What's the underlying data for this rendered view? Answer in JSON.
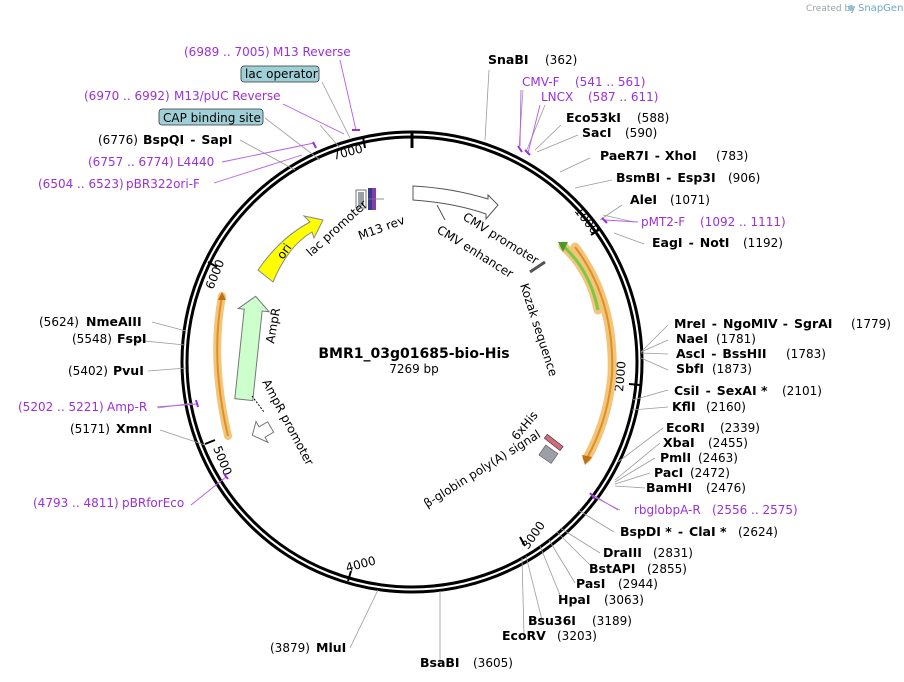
{
  "credit": {
    "prefix": "Created by",
    "brand": "SnapGene"
  },
  "map": {
    "name": "BMR1_03g01685-bio-His",
    "length_label": "7269 bp"
  },
  "ticks": [
    "1000",
    "2000",
    "3000",
    "4000",
    "5000",
    "6000",
    "7000"
  ],
  "sites": [
    {
      "name": "SnaBI",
      "pos": "(362)"
    },
    {
      "name": "Eco53kI",
      "pos": "(588)"
    },
    {
      "name": "SacI",
      "pos": "(590)"
    },
    {
      "name": "PaeR7I",
      "sep": "-",
      "name2": "XhoI",
      "pos": "(783)"
    },
    {
      "name": "BsmBI",
      "sep": "-",
      "name2": "Esp3I",
      "pos": "(906)"
    },
    {
      "name": "AleI",
      "pos": "(1071)"
    },
    {
      "name": "EagI",
      "sep": "-",
      "name2": "NotI",
      "pos": "(1192)"
    },
    {
      "name": "MreI",
      "sep": "-",
      "name2": "NgoMIV",
      "sep2": "-",
      "name3": "SgrAI",
      "pos": "(1779)"
    },
    {
      "name": "NaeI",
      "pos": "(1781)"
    },
    {
      "name": "AscI",
      "sep": "-",
      "name2": "BssHII",
      "pos": "(1783)"
    },
    {
      "name": "SbfI",
      "pos": "(1873)"
    },
    {
      "name": "CsiI",
      "sep": "-",
      "name2": "SexAI *",
      "pos": "(2101)"
    },
    {
      "name": "KflI",
      "pos": "(2160)"
    },
    {
      "name": "EcoRI",
      "pos": "(2339)"
    },
    {
      "name": "XbaI",
      "pos": "(2455)"
    },
    {
      "name": "PmlI",
      "pos": "(2463)"
    },
    {
      "name": "PacI",
      "pos": "(2472)"
    },
    {
      "name": "BamHI",
      "pos": "(2476)"
    },
    {
      "name": "BspDI *",
      "sep": "-",
      "name2": "ClaI *",
      "pos": "(2624)"
    },
    {
      "name": "DraIII",
      "pos": "(2831)"
    },
    {
      "name": "BstAPI",
      "pos": "(2855)"
    },
    {
      "name": "PasI",
      "pos": "(2944)"
    },
    {
      "name": "HpaI",
      "pos": "(3063)"
    },
    {
      "name": "Bsu36I",
      "pos": "(3189)"
    },
    {
      "name": "EcoRV",
      "pos": "(3203)"
    },
    {
      "name": "BsaBI",
      "pos": "(3605)"
    },
    {
      "name": "MluI",
      "pos": "(3879)"
    },
    {
      "name": "XmnI",
      "pos": "(5171)"
    },
    {
      "name": "PvuI",
      "pos": "(5402)"
    },
    {
      "name": "FspI",
      "pos": "(5548)"
    },
    {
      "name": "NmeAIII",
      "pos": "(5624)"
    },
    {
      "name": "BspQI",
      "sep": "-",
      "name2": "SapI",
      "pos": "(6776)"
    }
  ],
  "primers": [
    {
      "name": "M13 Reverse",
      "range": "(6989 .. 7005)"
    },
    {
      "name": "M13/pUC Reverse",
      "range": "(6970 .. 6992)"
    },
    {
      "name": "L4440",
      "range": "(6757 .. 6774)"
    },
    {
      "name": "pBR322ori-F",
      "range": "(6504 .. 6523)"
    },
    {
      "name": "CMV-F",
      "range": "(541 .. 561)"
    },
    {
      "name": "LNCX",
      "range": "(587 .. 611)"
    },
    {
      "name": "pMT2-F",
      "range": "(1092 .. 1111)"
    },
    {
      "name": "rbglobpA-R",
      "range": "(2556 .. 2575)"
    },
    {
      "name": "Amp-R",
      "range": "(5202 .. 5221)"
    },
    {
      "name": "pBRforEco",
      "range": "(4793 .. 4811)"
    }
  ],
  "boxed_features": [
    {
      "label": "lac operator"
    },
    {
      "label": "CAP binding site"
    }
  ],
  "features": {
    "ori": "ori",
    "lac_promoter": "lac promoter",
    "m13_rev": "M13 rev",
    "cmv_promoter": "CMV promoter",
    "cmv_enhancer": "CMV enhancer",
    "kozak": "Kozak sequence",
    "his": "6xHis",
    "polya": "β-globin poly(A) signal",
    "ampr": "AmpR",
    "ampr_promoter": "AmpR promoter"
  },
  "colors": {
    "primer": "#9b30d9",
    "ori": "#ffff00",
    "ampr": "#ccffcc",
    "orange_feature": "#e8a040",
    "green_feature": "#7ac943",
    "boxed_fill": "#9fd0d8"
  }
}
